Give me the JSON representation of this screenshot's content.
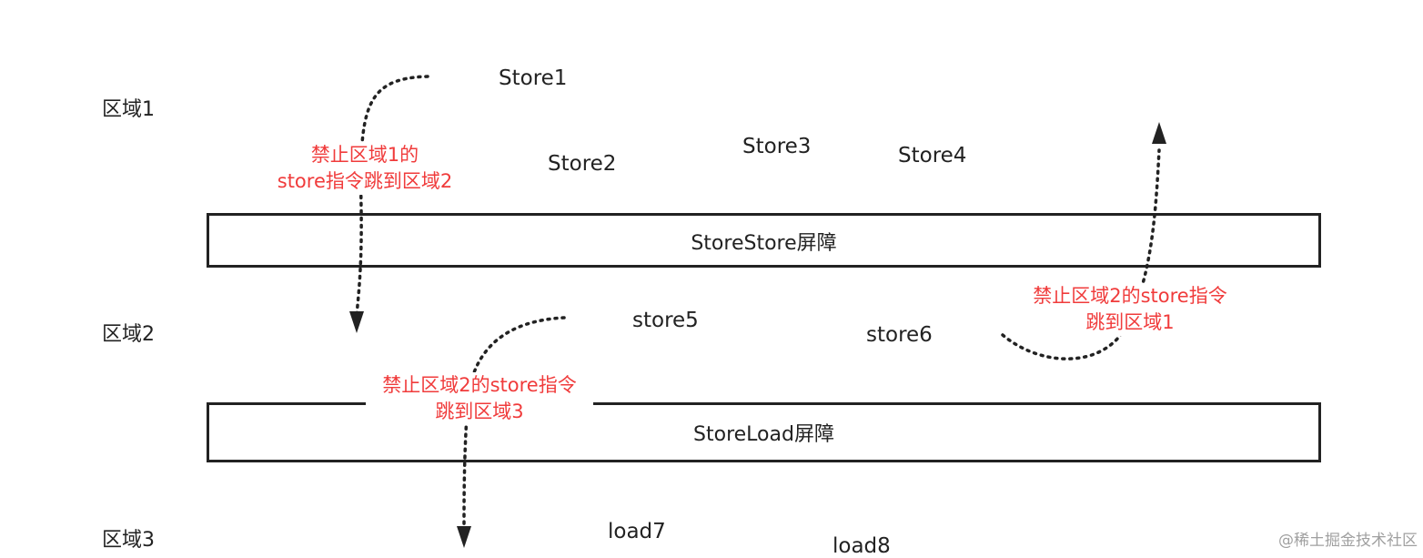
{
  "regions": {
    "r1": "区域1",
    "r2": "区域2",
    "r3": "区域3"
  },
  "stores": {
    "s1": "Store1",
    "s2": "Store2",
    "s3": "Store3",
    "s4": "Store4",
    "s5": "store5",
    "s6": "store6",
    "l7": "load7",
    "l8": "load8"
  },
  "barriers": {
    "storestore": "StoreStore屏障",
    "storeload": "StoreLoad屏障"
  },
  "notes": {
    "n1": {
      "line1": "禁止区域1的",
      "line2": "store指令跳到区域2"
    },
    "n2": {
      "line1": "禁止区域2的store指令",
      "line2": "跳到区域1"
    },
    "n3": {
      "line1": "禁止区域2的store指令",
      "line2": "跳到区域3"
    }
  },
  "watermark": "@稀土掘金技术社区",
  "colors": {
    "note": "#f03b3b",
    "stroke": "#222222",
    "watermark": "#a0a0a0"
  }
}
